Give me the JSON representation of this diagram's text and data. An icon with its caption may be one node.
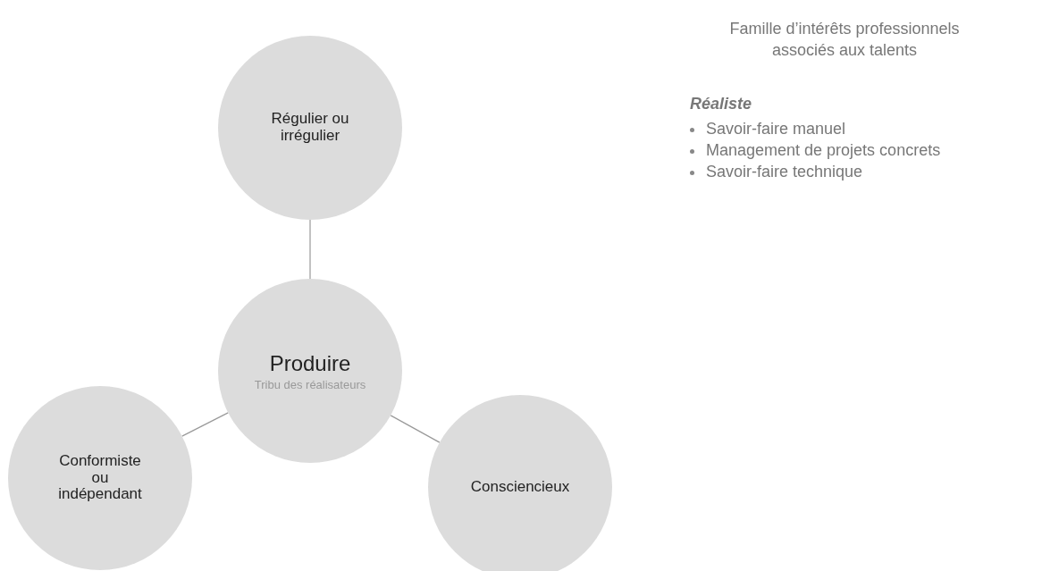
{
  "diagram": {
    "title": "Famille d’intérêts professionnels associés aux talents",
    "nodes": [
      {
        "text": [
          "Régulier ou irrégulier"
        ]
      },
      {
        "text": [
          "Produire",
          "Tribu des réalisateurs"
        ]
      },
      {
        "text": [
          "Conformiste ou indépendant"
        ]
      },
      {
        "text": [
          "Consciencieux"
        ]
      }
    ],
    "edges": [
      {
        "from": 1,
        "to": 0,
        "arrow": "none"
      },
      {
        "from": 1,
        "to": 2,
        "arrow": "none"
      },
      {
        "from": 1,
        "to": 3,
        "arrow": "none"
      }
    ],
    "labels": [
      "Réaliste",
      "Savoir-faire manuel",
      "Management de projets concrets",
      "Savoir-faire technique"
    ]
  }
}
